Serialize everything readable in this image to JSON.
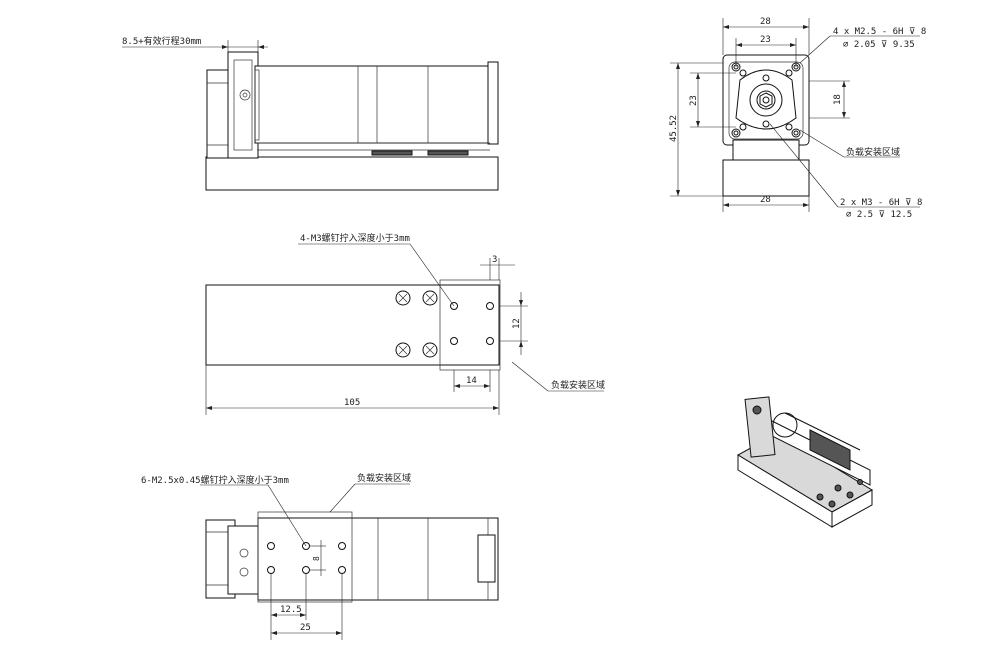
{
  "front_view": {
    "stroke_note": "8.5+有效行程30mm"
  },
  "end_view": {
    "dim_width_top": "28",
    "dim_hole_pitch_top": "23",
    "dim_hole_pitch_side": "23",
    "dim_height": "45.52",
    "dim_center": "18",
    "dim_width_bottom": "28",
    "callout_m25": "4 x  M2.5 - 6H ⊽ 8",
    "callout_m25_drill": "⌀ 2.05 ⊽ 9.35",
    "callout_m3": "2 x  M3 - 6H ⊽ 8",
    "callout_m3_drill": "⌀ 2.5 ⊽ 12.5",
    "load_zone": "负载安装区域"
  },
  "top_view": {
    "screw_note": "4-M3螺钉拧入深度小于3mm",
    "dim_3": "3",
    "dim_12": "12",
    "dim_14": "14",
    "dim_105": "105",
    "load_zone": "负载安装区域"
  },
  "bottom_view": {
    "screw_note": "6-M2.5x0.45螺钉拧入深度小于3mm",
    "load_zone": "负载安装区域",
    "dim_8": "8",
    "dim_12_5": "12.5",
    "dim_25": "25"
  }
}
